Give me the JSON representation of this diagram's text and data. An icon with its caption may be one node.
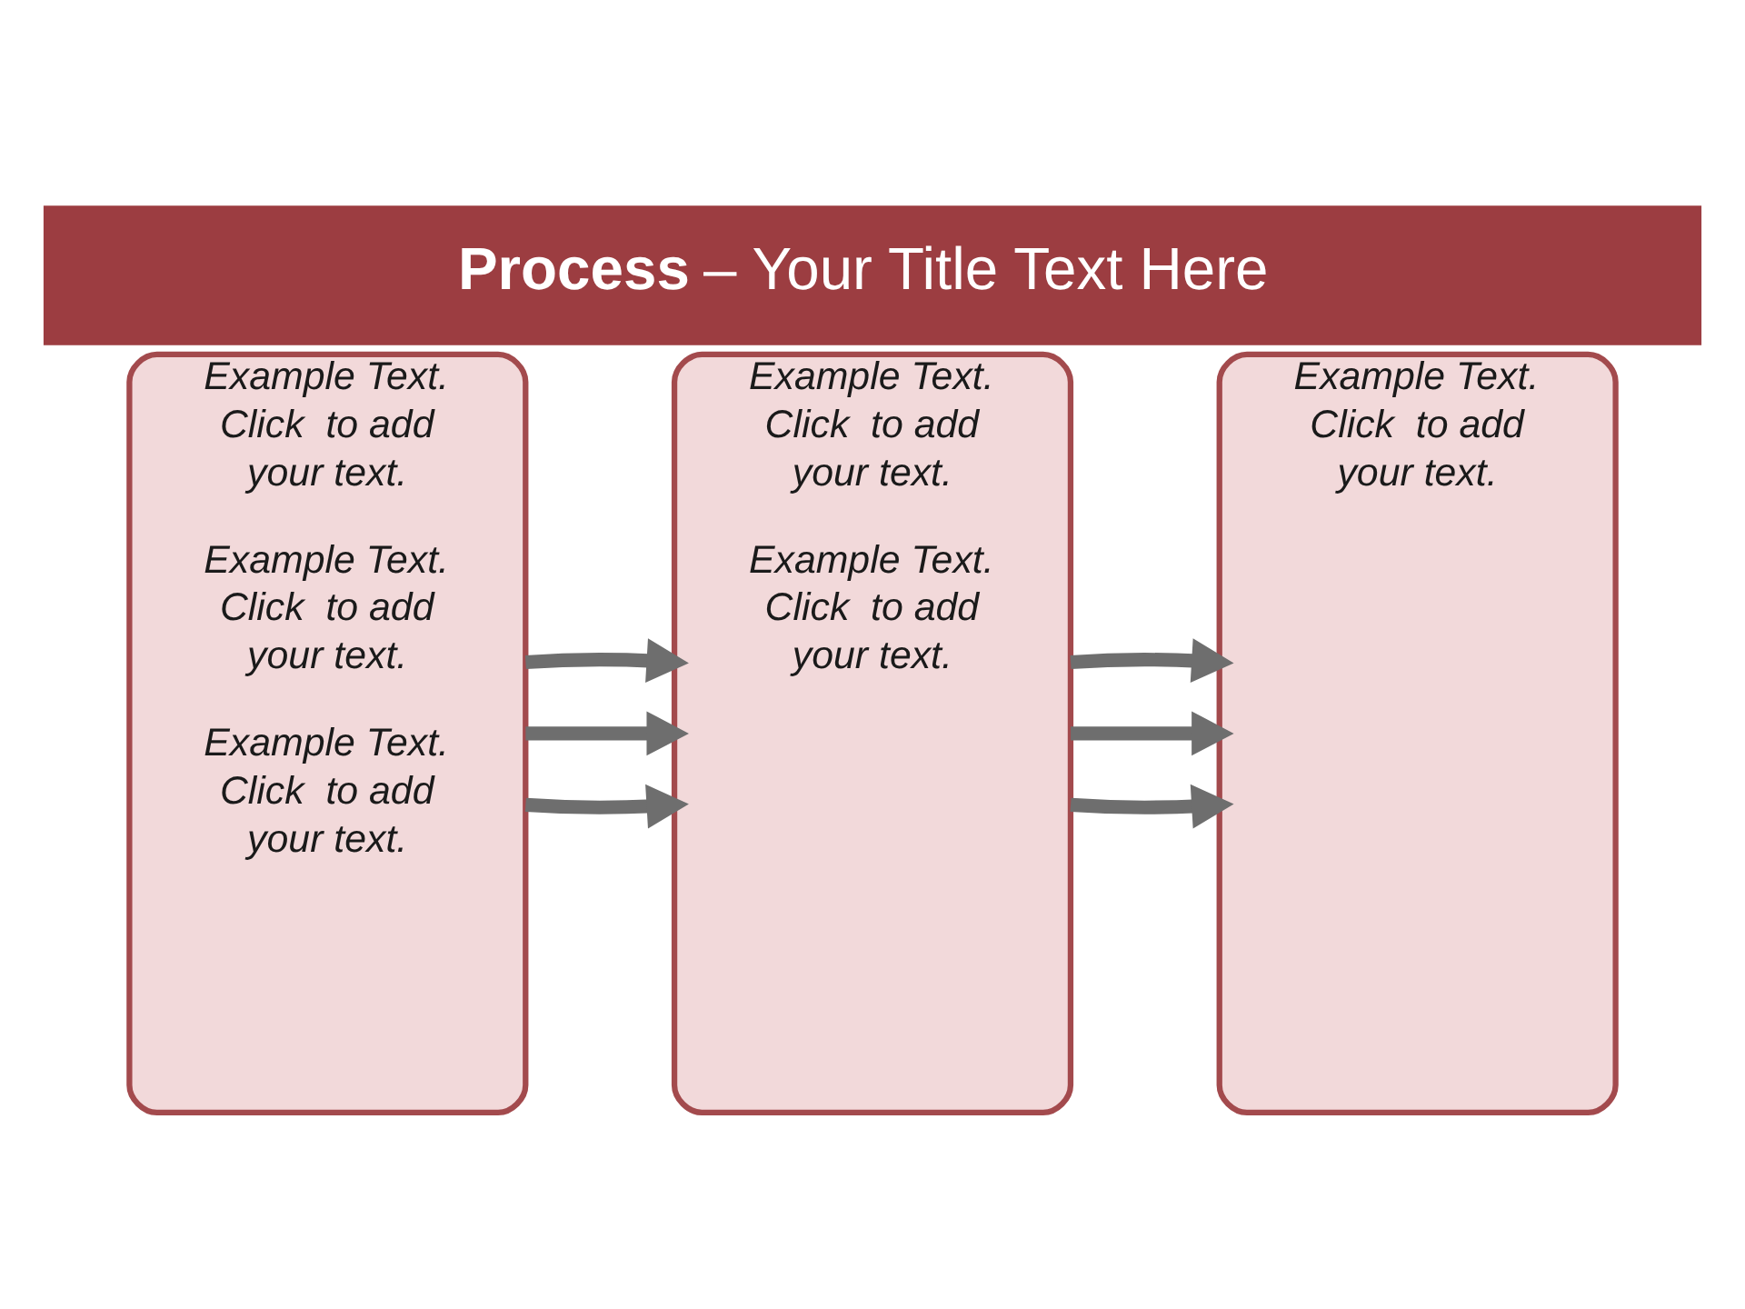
{
  "diagram": {
    "title": "**Process**  – Your Title Text Here",
    "nodes": [
      {
        "text": [
          "Example Text. Click  to add your text.",
          "Example Text. Click  to add your text.",
          "Example Text. Click  to add your text."
        ]
      },
      {
        "text": [
          "Example Text. Click  to add your text.",
          "Example Text. Click  to add your text."
        ]
      },
      {
        "text": [
          "Example Text. Click  to add your text."
        ]
      }
    ],
    "edges": [
      {
        "from": 0,
        "to": 1,
        "arrow": "to"
      },
      {
        "from": 0,
        "to": 1,
        "arrow": "to"
      },
      {
        "from": 0,
        "to": 1,
        "arrow": "to"
      },
      {
        "from": 1,
        "to": 2,
        "arrow": "to"
      },
      {
        "from": 1,
        "to": 2,
        "arrow": "to"
      },
      {
        "from": 1,
        "to": 2,
        "arrow": "to"
      }
    ]
  }
}
